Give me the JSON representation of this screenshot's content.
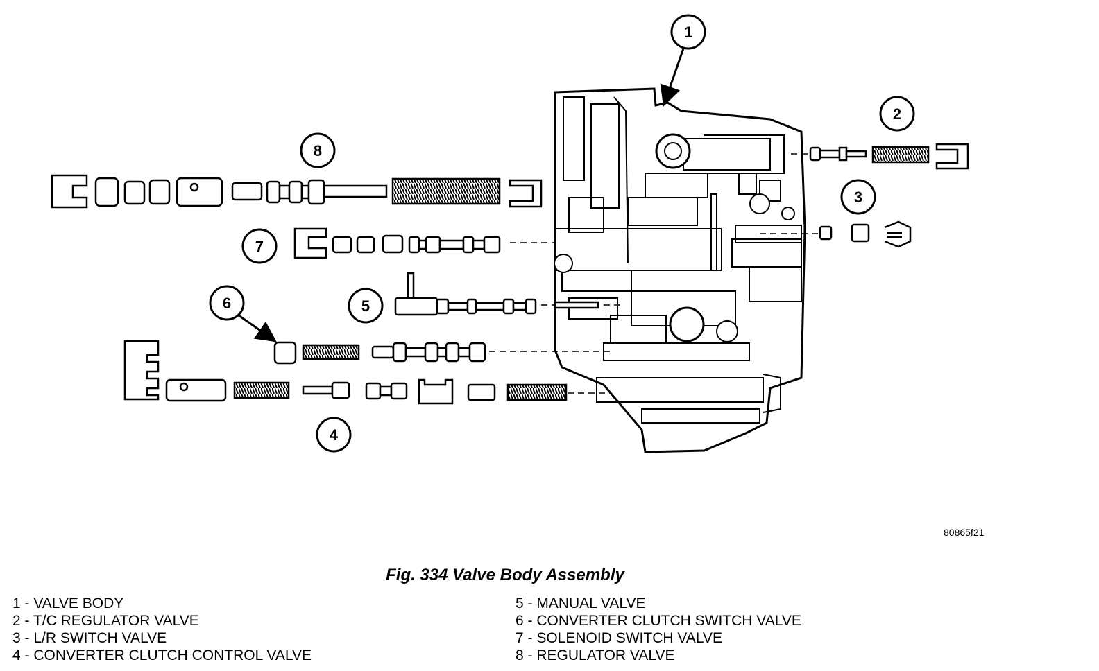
{
  "figure": {
    "caption": "Fig. 334 Valve Body Assembly",
    "ref_code": "80865f21",
    "callouts": [
      "1",
      "2",
      "3",
      "4",
      "5",
      "6",
      "7",
      "8"
    ]
  },
  "legend": {
    "left": [
      "1 - VALVE BODY",
      "2 - T/C REGULATOR VALVE",
      "3 - L/R SWITCH VALVE",
      "4 - CONVERTER CLUTCH CONTROL VALVE"
    ],
    "right": [
      "5 - MANUAL VALVE",
      "6 - CONVERTER CLUTCH SWITCH VALVE",
      "7 - SOLENOID SWITCH VALVE",
      "8 - REGULATOR VALVE"
    ]
  }
}
